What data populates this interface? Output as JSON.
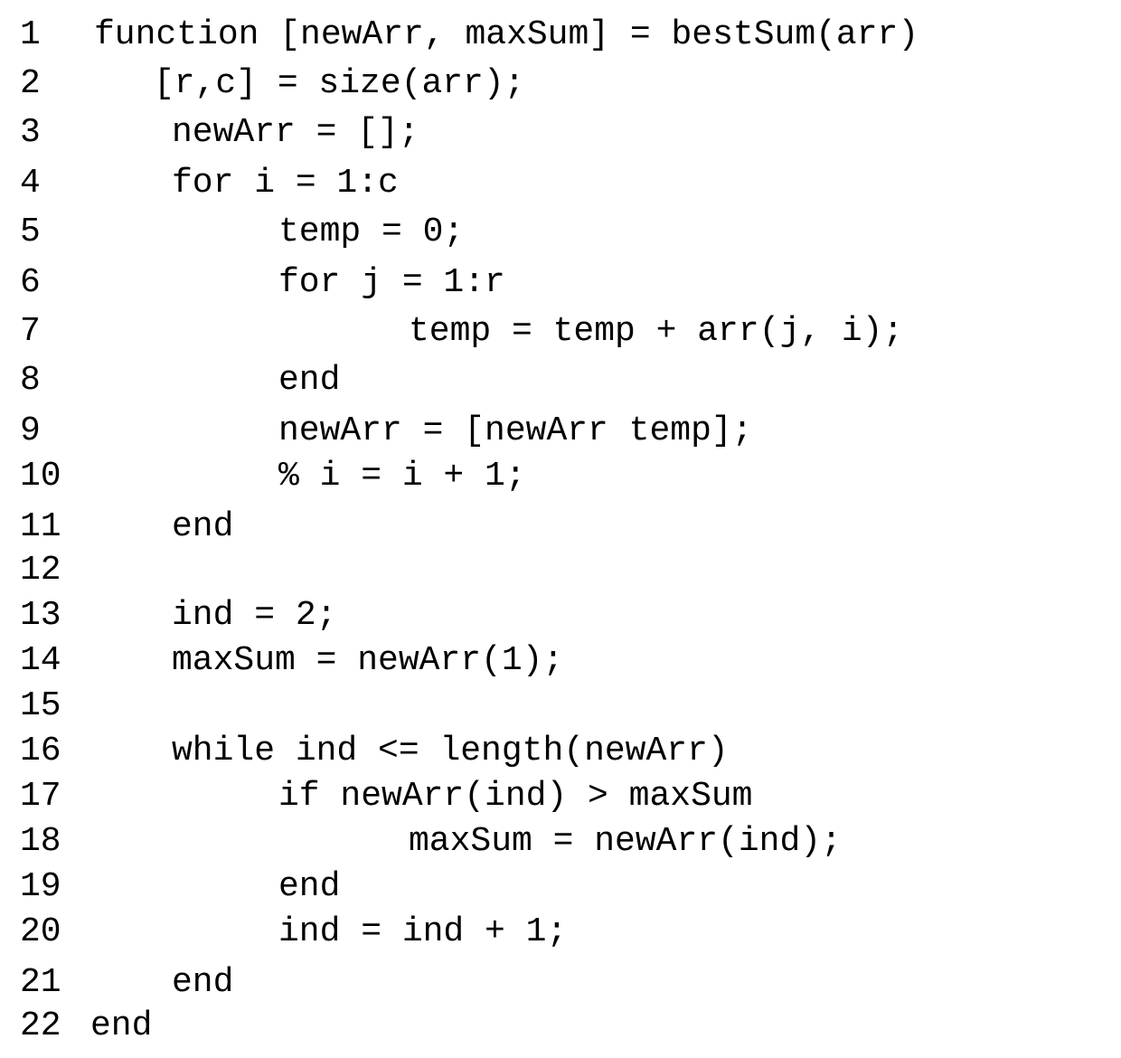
{
  "lines": [
    {
      "number": "1",
      "code": "function [newArr, maxSum] = bestSum(arr)"
    },
    {
      "number": "2",
      "code": "[r,c] = size(arr);"
    },
    {
      "number": "3",
      "code": "newArr = [];"
    },
    {
      "number": "4",
      "code": "for i = 1:c"
    },
    {
      "number": "5",
      "code": "temp = 0;"
    },
    {
      "number": "6",
      "code": "for j = 1:r"
    },
    {
      "number": "7",
      "code": "temp = temp + arr(j, i);"
    },
    {
      "number": "8",
      "code": "end"
    },
    {
      "number": "9",
      "code": "newArr = [newArr temp];"
    },
    {
      "number": "10",
      "code": "% i = i + 1;"
    },
    {
      "number": "11",
      "code": "end"
    },
    {
      "number": "12",
      "code": ""
    },
    {
      "number": "13",
      "code": "ind = 2;"
    },
    {
      "number": "14",
      "code": "maxSum = newArr(1);"
    },
    {
      "number": "15",
      "code": ""
    },
    {
      "number": "16",
      "code": "while ind <= length(newArr)"
    },
    {
      "number": "17",
      "code": "if newArr(ind) > maxSum"
    },
    {
      "number": "18",
      "code": "maxSum = newArr(ind);"
    },
    {
      "number": "19",
      "code": "end"
    },
    {
      "number": "20",
      "code": "ind = ind + 1;"
    },
    {
      "number": "21",
      "code": "end"
    },
    {
      "number": "22",
      "code": "end"
    }
  ]
}
